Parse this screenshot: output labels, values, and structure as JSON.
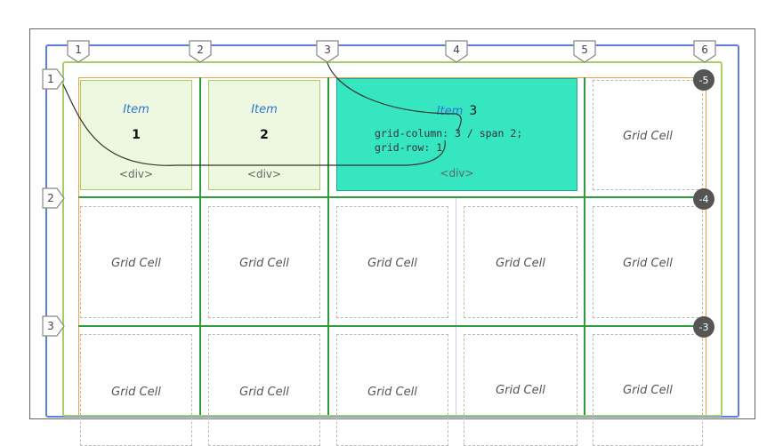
{
  "column_line_labels": [
    "1",
    "2",
    "3",
    "4",
    "5",
    "6"
  ],
  "row_line_labels": [
    "1",
    "2",
    "3"
  ],
  "negative_row_labels": [
    "-5",
    "-4",
    "-3"
  ],
  "items": [
    {
      "word": "Item",
      "number": "1",
      "tag": "<div>"
    },
    {
      "word": "Item",
      "number": "2",
      "tag": "<div>"
    },
    {
      "word": "Item",
      "number": "3",
      "tag": "<div>",
      "code": "grid-column: 3 / span 2;\ngrid-row: 1"
    }
  ],
  "grid_cell_label": "Grid Cell",
  "colors": {
    "explicit_grid_border": "#5f7fe0",
    "implicit_grid_border": "#a8cf63",
    "grid_lines": "#2e9e3a",
    "item_fill": "#eef7df",
    "item_border": "#a8cf63",
    "highlight_fill": "#35e6c0",
    "highlight_border": "#1fa88a",
    "orange_border": "#f0a040",
    "dashed_cell": "#bbbbbb",
    "badge_dark": "#555555"
  }
}
